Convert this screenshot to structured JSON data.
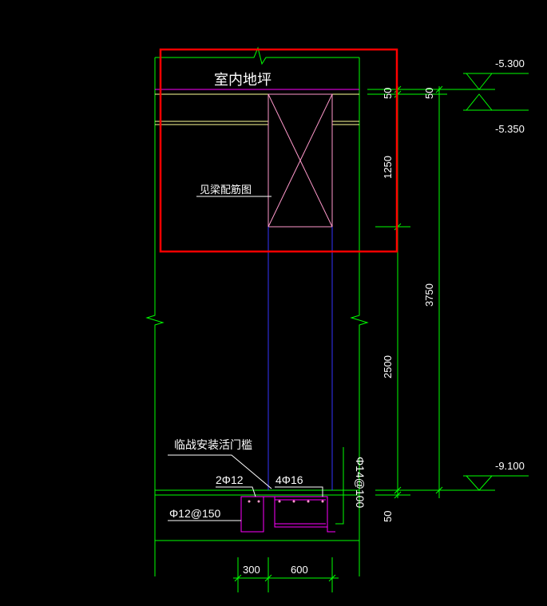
{
  "colors": {
    "background": "#000000",
    "wall": "#00ff00",
    "floor": "#ffff99",
    "opening": "#ff99cc",
    "rebar": "#ff00ff",
    "column": "#0000ff",
    "dimension": "#00ff00",
    "text": "#ffffff",
    "highlight": "#ff0000"
  },
  "labels": {
    "indoor_floor": "室内地坪",
    "see_beam_rebar": "见梁配筋图",
    "temp_gate": "临战安装活门槛",
    "top_rebar": "2Φ12",
    "bottom_rebar": "4Φ16",
    "stirrup": "Φ12@150",
    "vertical_rebar": "Φ14@100"
  },
  "elevations": {
    "top": "-5.300",
    "mid": "-5.350",
    "bottom": "-9.100"
  },
  "dimensions": {
    "d50_a": "50",
    "d50_b": "50",
    "d1250": "1250",
    "d2500": "2500",
    "d3750": "3750",
    "d50_c": "50",
    "d300": "300",
    "d600": "600"
  }
}
